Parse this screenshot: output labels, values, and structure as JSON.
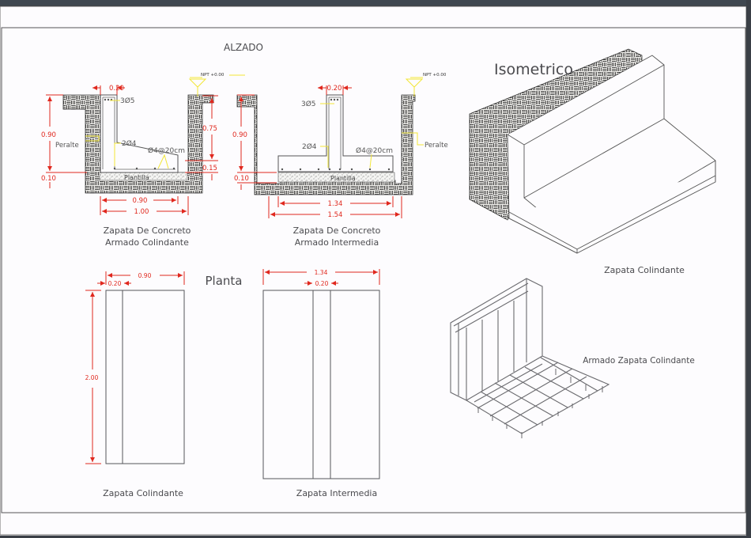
{
  "elevation": {
    "title": "ALZADO",
    "level_label": "NPT +0.00",
    "colindante": {
      "dim_wall_width": "0.20",
      "dim_height": "0.90",
      "dim_slab": "0.10",
      "dim_upper": "0.75",
      "dim_lower": "0.15",
      "dim_base": "0.90",
      "dim_total": "1.00",
      "rebar_top": "3Ø5",
      "rebar_vertical": "2Ø4",
      "rebar_grid": "Ø4@20cm",
      "peralte_label": "Peralte",
      "plantilla_label": "Plantilla",
      "caption_line1": "Zapata De Concreto",
      "caption_line2": "Armado Colindante"
    },
    "intermedia": {
      "dim_wall_width": "0.20",
      "dim_height": "0.90",
      "dim_slab": "0.10",
      "dim_base": "1.34",
      "dim_total": "1.54",
      "rebar_top": "3Ø5",
      "rebar_vertical": "2Ø4",
      "rebar_grid": "Ø4@20cm",
      "peralte_label": "Peralte",
      "plantilla_label": "Plantilla",
      "caption_line1": "Zapata De Concreto",
      "caption_line2": "Armado Intermedia"
    }
  },
  "isometric": {
    "title": "Isometrico",
    "caption": "Zapata Colindante"
  },
  "rebar": {
    "caption": "Armado Zapata Colindante"
  },
  "plan": {
    "title": "Planta",
    "colindante": {
      "dim_width": "0.90",
      "dim_wall": "0.20",
      "dim_length": "2.00",
      "caption": "Zapata Colindante"
    },
    "intermedia": {
      "dim_width": "1.34",
      "dim_wall": "0.20",
      "caption": "Zapata Intermedia"
    }
  },
  "colors": {
    "dimension": "#e0281e",
    "leader": "#f2e636",
    "line": "#55565a",
    "text": "#4a4a4e"
  }
}
